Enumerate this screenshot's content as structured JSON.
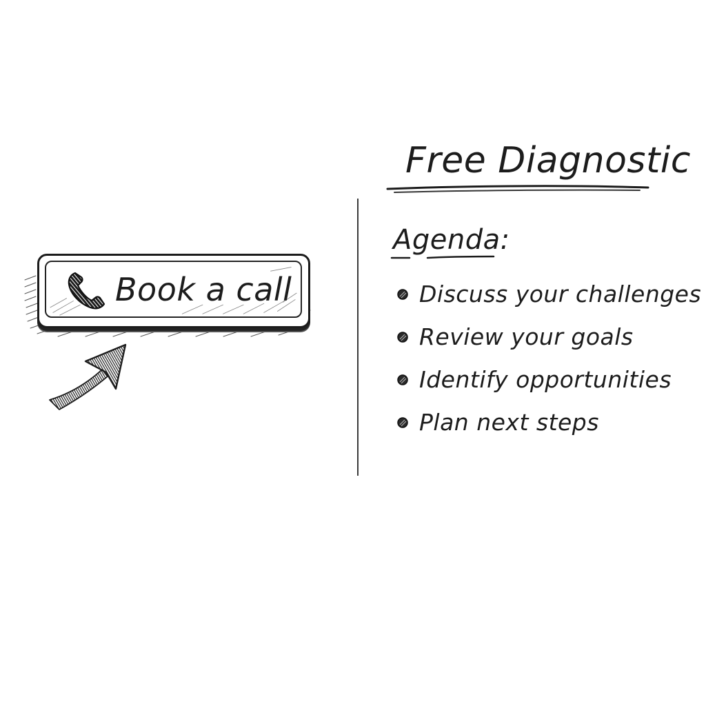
{
  "cta": {
    "label": "Book a call",
    "icon": "phone-icon",
    "pointer_icon": "arrow-icon"
  },
  "panel": {
    "title": "Free Diagnostic",
    "agenda_heading": "Agenda:",
    "agenda_items": [
      {
        "label": "Discuss your challenges",
        "icon": "bullet-icon"
      },
      {
        "label": "Review your goals",
        "icon": "bullet-icon"
      },
      {
        "label": "Identify opportunities",
        "icon": "bullet-icon"
      },
      {
        "label": "Plan next steps",
        "icon": "bullet-icon"
      }
    ]
  },
  "colors": {
    "ink": "#1c1c1c",
    "background": "#ffffff",
    "divider": "#3a3a3a"
  }
}
